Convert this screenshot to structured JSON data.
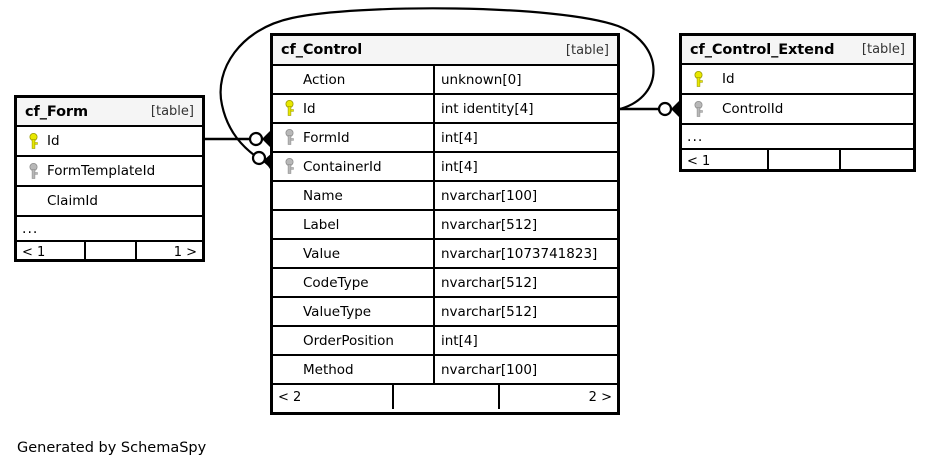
{
  "diagram": {
    "caption": "Generated by SchemaSpy",
    "table_tag": "[table]",
    "ellipsis": "...",
    "colors": {
      "primary_key": "#e8e800",
      "foreign_key": "#b0b0b0",
      "border": "#000000",
      "header_bg": "#f5f5f5",
      "background": "#ffffff"
    }
  },
  "tables": [
    {
      "id": "cf_Form",
      "name": "cf_Form",
      "tag": "[table]",
      "has_type_column": false,
      "columns": [
        {
          "name": "Id",
          "type": "",
          "key": "primary"
        },
        {
          "name": "FormTemplateId",
          "type": "",
          "key": "foreign"
        },
        {
          "name": "ClaimId",
          "type": "",
          "key": "none"
        }
      ],
      "more": "...",
      "footer": [
        "< 1",
        "",
        "1 >"
      ]
    },
    {
      "id": "cf_Control",
      "name": "cf_Control",
      "tag": "[table]",
      "has_type_column": true,
      "columns": [
        {
          "name": "Action",
          "type": "unknown[0]",
          "key": "none"
        },
        {
          "name": "Id",
          "type": "int identity[4]",
          "key": "primary"
        },
        {
          "name": "FormId",
          "type": "int[4]",
          "key": "foreign"
        },
        {
          "name": "ContainerId",
          "type": "int[4]",
          "key": "foreign"
        },
        {
          "name": "Name",
          "type": "nvarchar[100]",
          "key": "none"
        },
        {
          "name": "Label",
          "type": "nvarchar[512]",
          "key": "none"
        },
        {
          "name": "Value",
          "type": "nvarchar[1073741823]",
          "key": "none"
        },
        {
          "name": "CodeType",
          "type": "nvarchar[512]",
          "key": "none"
        },
        {
          "name": "ValueType",
          "type": "nvarchar[512]",
          "key": "none"
        },
        {
          "name": "OrderPosition",
          "type": "int[4]",
          "key": "none"
        },
        {
          "name": "Method",
          "type": "nvarchar[100]",
          "key": "none"
        }
      ],
      "more": null,
      "footer": [
        "< 2",
        "",
        "2 >"
      ]
    },
    {
      "id": "cf_Control_Extend",
      "name": "cf_Control_Extend",
      "tag": "[table]",
      "has_type_column": false,
      "columns": [
        {
          "name": "Id",
          "type": "",
          "key": "primary"
        },
        {
          "name": "ControlId",
          "type": "",
          "key": "foreign"
        }
      ],
      "more": "...",
      "footer": [
        "< 1",
        "",
        ""
      ]
    }
  ],
  "relationships": [
    {
      "from": "cf_Form.Id",
      "to": "cf_Control.FormId",
      "cardinality": "zero-or-more"
    },
    {
      "from": "cf_Control.Id",
      "to": "cf_Control.ContainerId",
      "cardinality": "zero-or-more",
      "self_reference": true
    },
    {
      "from": "cf_Control.Id",
      "to": "cf_Control_Extend.ControlId",
      "cardinality": "zero-or-more"
    }
  ]
}
